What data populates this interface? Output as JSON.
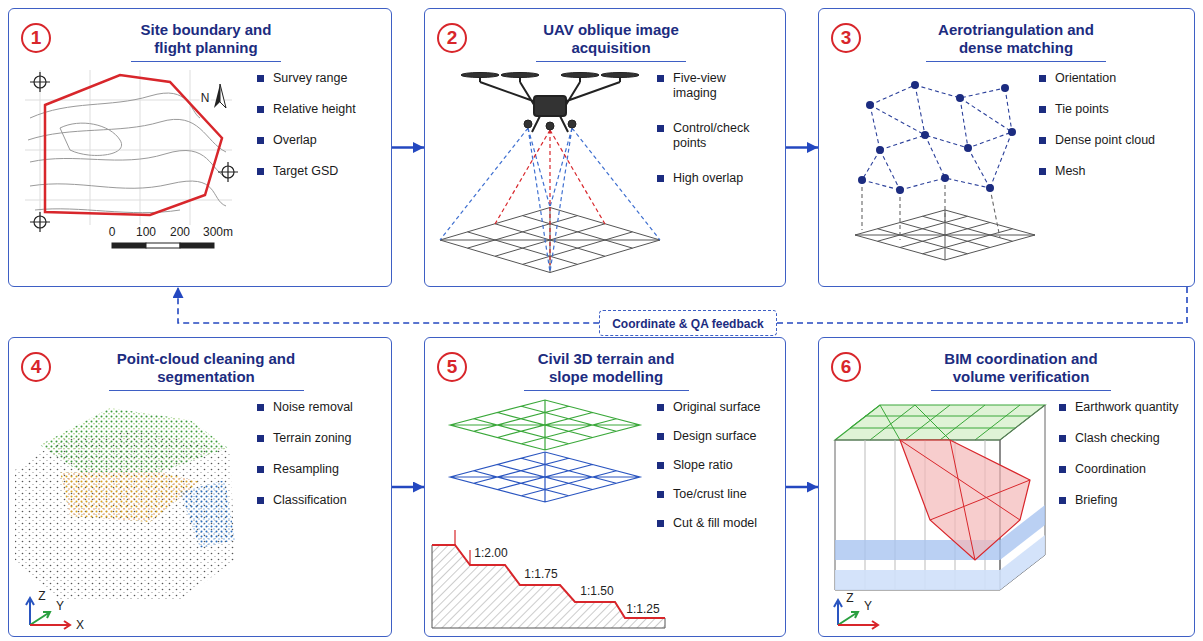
{
  "diagram": {
    "nodes": [
      {
        "text": [
          "Site boundary and flight planning",
          "Survey range",
          "Relative height",
          "Overlap",
          "Target GSD"
        ]
      },
      {
        "text": [
          "1"
        ],
        "in": 0
      },
      {
        "text": [
          "UAV oblique image acquisition",
          "Five-view imaging",
          "Control/check points",
          "High overlap"
        ]
      },
      {
        "text": [
          "2"
        ],
        "in": 2
      },
      {
        "text": [
          "Aerotriangulation and dense matching",
          "Orientation",
          "Tie points",
          "Dense point cloud",
          "Mesh"
        ]
      },
      {
        "text": [
          "3"
        ],
        "in": 4
      },
      {
        "text": [
          "Coordinate & QA feedback"
        ]
      },
      {
        "text": [
          "Point-cloud cleaning and segmentation",
          "Noise removal",
          "Terrain zoning",
          "Resampling",
          "Classification"
        ]
      },
      {
        "text": [
          "4"
        ],
        "in": 7
      },
      {
        "text": [
          "Civil 3D terrain and slope modelling",
          "Original surface",
          "Design surface",
          "Slope ratio",
          "Toe/crust line",
          "Cut & fill model"
        ]
      },
      {
        "text": [
          "5"
        ],
        "in": 9
      },
      {
        "text": [
          "BIM coordination and volume verification",
          "Earthwork quantity",
          "Clash checking",
          "Coordination",
          "Briefing"
        ]
      },
      {
        "text": [
          "6"
        ],
        "in": 11
      }
    ],
    "edges": [
      {
        "from": 0,
        "to": 2,
        "arrow": "to"
      },
      {
        "from": 2,
        "to": 4,
        "arrow": "to"
      },
      {
        "from": 4,
        "to": 6,
        "arrow": "none"
      },
      {
        "from": 6,
        "to": 0,
        "arrow": "to"
      },
      {
        "from": 7,
        "to": 9,
        "arrow": "to"
      },
      {
        "from": 9,
        "to": 11,
        "arrow": "to"
      }
    ],
    "labels": [
      "N",
      "0",
      "100",
      "200",
      "300m",
      "Z",
      "Y",
      "X",
      "1:2.00",
      "1:1.75",
      "1:1.50",
      "1:1.25",
      "Z",
      "Y"
    ]
  }
}
